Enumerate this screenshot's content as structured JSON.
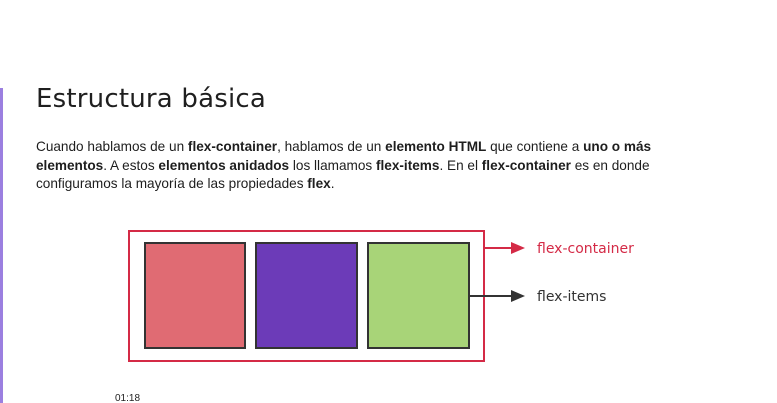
{
  "slide": {
    "title": "Estructura básica",
    "paragraph": [
      {
        "text": "Cuando hablamos de un ",
        "bold": false
      },
      {
        "text": "flex-container",
        "bold": true
      },
      {
        "text": ", hablamos de un ",
        "bold": false
      },
      {
        "text": "elemento HTML",
        "bold": true
      },
      {
        "text": " que contiene a ",
        "bold": false
      },
      {
        "text": "uno o más elementos",
        "bold": true
      },
      {
        "text": ". A estos ",
        "bold": false
      },
      {
        "text": "elementos anidados",
        "bold": true
      },
      {
        "text": " los llamamos ",
        "bold": false
      },
      {
        "text": "flex-items",
        "bold": true
      },
      {
        "text": ". En el ",
        "bold": false
      },
      {
        "text": "flex-container",
        "bold": true
      },
      {
        "text": " es en donde configuramos la mayoría de las propiedades ",
        "bold": false
      },
      {
        "text": "flex",
        "bold": true
      },
      {
        "text": ".",
        "bold": false
      }
    ]
  },
  "diagram": {
    "container_label": "flex-container",
    "items_label": "flex-items",
    "container_color": "#d42a46",
    "items_arrow_color": "#333333",
    "item_colors": [
      "#e06b73",
      "#6c3bb8",
      "#a8d478"
    ],
    "item_border_color": "#333333"
  },
  "player": {
    "timestamp": "01:18"
  },
  "theme": {
    "accent_left": "#9b7fe0"
  }
}
